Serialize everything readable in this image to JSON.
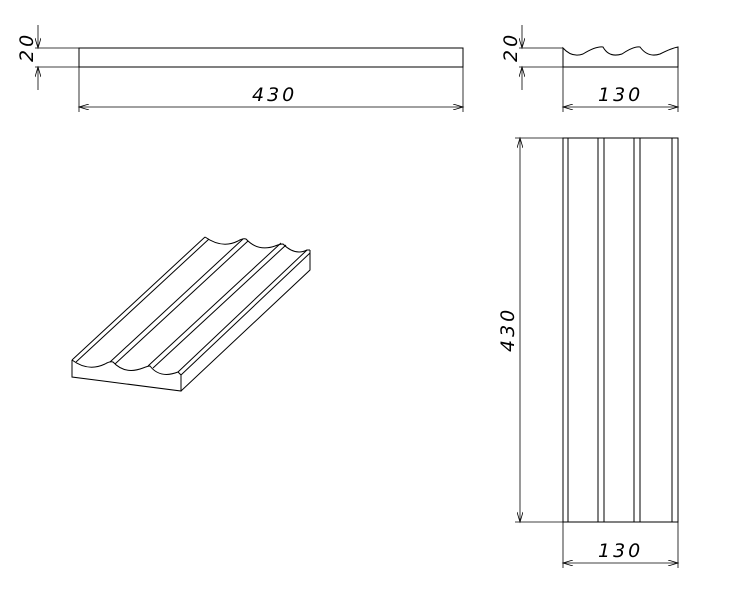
{
  "drawing": {
    "front_view": {
      "thickness_label": "20",
      "length_label": "430"
    },
    "side_view": {
      "thickness_label": "20",
      "width_label": "130"
    },
    "top_view": {
      "length_label": "430",
      "width_label": "130"
    },
    "colors": {
      "line": "#000000",
      "background": "#ffffff"
    }
  }
}
